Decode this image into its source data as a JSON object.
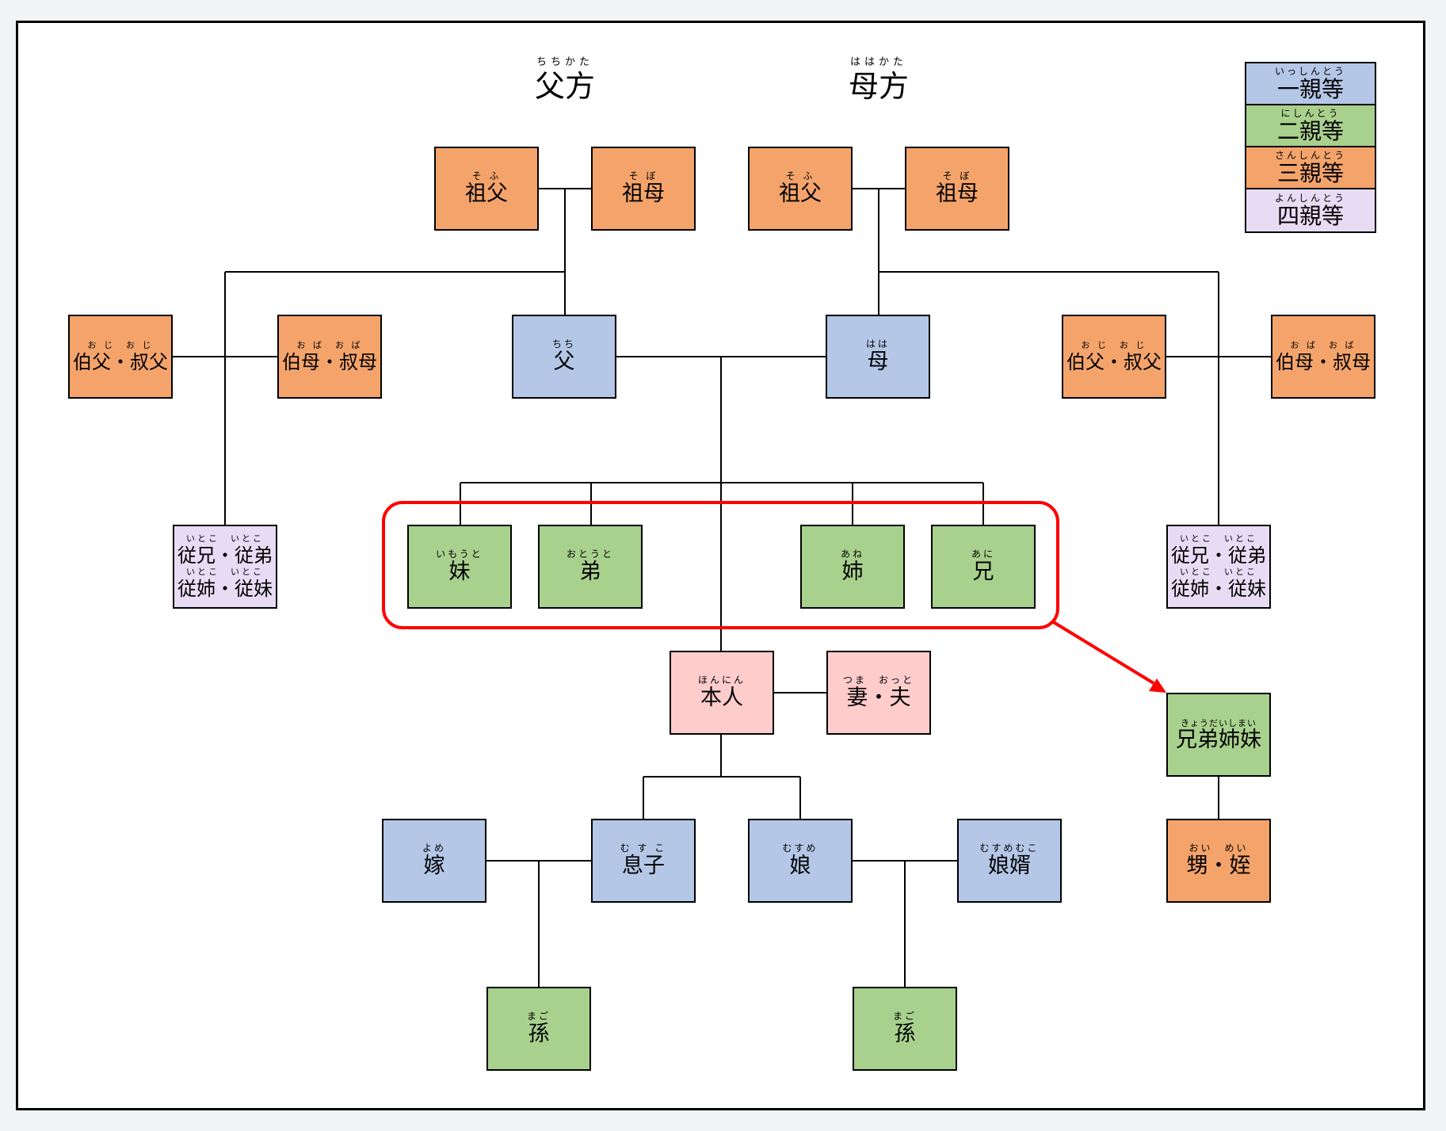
{
  "headings": {
    "paternal": {
      "ruby": "ちちかた",
      "label": "父方"
    },
    "maternal": {
      "ruby": "ははかた",
      "label": "母方"
    }
  },
  "legend": [
    {
      "ruby": "いっしんとう",
      "label": "一親等",
      "color": "#b4c7e7"
    },
    {
      "ruby": "にしんとう",
      "label": "二親等",
      "color": "#a9d18e"
    },
    {
      "ruby": "さんしんとう",
      "label": "三親等",
      "color": "#f4a46b"
    },
    {
      "ruby": "よんしんとう",
      "label": "四親等",
      "color": "#e8dcf4"
    }
  ],
  "nodes": {
    "grandfather_p": {
      "ruby": "そ ふ",
      "label": "祖父"
    },
    "grandmother_p": {
      "ruby": "そ ぼ",
      "label": "祖母"
    },
    "grandfather_m": {
      "ruby": "そ ふ",
      "label": "祖父"
    },
    "grandmother_m": {
      "ruby": "そ ぼ",
      "label": "祖母"
    },
    "uncle_p": {
      "ruby": "お じ　お じ",
      "label": "伯父・叔父"
    },
    "aunt_p": {
      "ruby": "お ば　お ば",
      "label": "伯母・叔母"
    },
    "father": {
      "ruby": "ちち",
      "label": "父"
    },
    "mother": {
      "ruby": "はは",
      "label": "母"
    },
    "uncle_m": {
      "ruby": "お じ　お じ",
      "label": "伯父・叔父"
    },
    "aunt_m": {
      "ruby": "お ば　お ば",
      "label": "伯母・叔母"
    },
    "cousin_p": {
      "ruby1": "いとこ　いとこ",
      "label1": "従兄・従弟",
      "ruby2": "いとこ　いとこ",
      "label2": "従姉・従妹"
    },
    "cousin_m": {
      "ruby1": "いとこ　いとこ",
      "label1": "従兄・従弟",
      "ruby2": "いとこ　いとこ",
      "label2": "従姉・従妹"
    },
    "younger_sister": {
      "ruby": "いもうと",
      "label": "妹"
    },
    "younger_brother": {
      "ruby": "おとうと",
      "label": "弟"
    },
    "older_sister": {
      "ruby": "あね",
      "label": "姉"
    },
    "older_brother": {
      "ruby": "あに",
      "label": "兄"
    },
    "self": {
      "ruby": "ほんにん",
      "label": "本人"
    },
    "spouse": {
      "ruby": "つま　おっと",
      "label": "妻・夫"
    },
    "siblings": {
      "ruby": "きょうだいしまい",
      "label": "兄弟姉妹"
    },
    "nephew_niece": {
      "ruby": "おい　めい",
      "label": "甥・姪"
    },
    "daughter_in_law": {
      "ruby": "よめ",
      "label": "嫁"
    },
    "son": {
      "ruby": "む す こ",
      "label": "息子"
    },
    "daughter": {
      "ruby": "むすめ",
      "label": "娘"
    },
    "son_in_law": {
      "ruby": "むすめむこ",
      "label": "娘婿"
    },
    "grandchild_1": {
      "ruby": "まご",
      "label": "孫"
    },
    "grandchild_2": {
      "ruby": "まご",
      "label": "孫"
    }
  },
  "highlight": {
    "color": "#ff0000",
    "target": "siblings"
  }
}
